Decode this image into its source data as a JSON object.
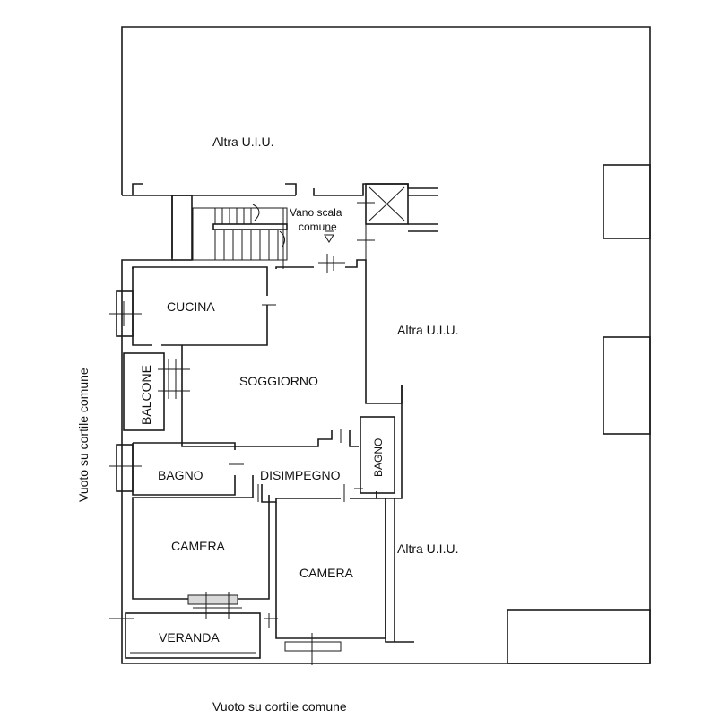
{
  "plan": {
    "labels": {
      "altra_top": "Altra U.I.U.",
      "altra_mid": "Altra U.I.U.",
      "altra_low": "Altra U.I.U.",
      "vano_scala_1": "Vano scala",
      "vano_scala_2": "comune",
      "cucina": "CUCINA",
      "soggiorno": "SOGGIORNO",
      "balcone": "BALCONE",
      "bagno_left": "BAGNO",
      "bagno_right": "BAGNO",
      "disimpegno": "DISIMPEGNO",
      "camera_left": "CAMERA",
      "camera_right": "CAMERA",
      "veranda": "VERANDA",
      "vuoto_left": "Vuoto su cortile comune",
      "vuoto_bottom": "Vuoto su cortile comune"
    }
  },
  "colors": {
    "wall": "#1a1a1a",
    "fill": "#d9d9d9",
    "background": "#ffffff"
  }
}
